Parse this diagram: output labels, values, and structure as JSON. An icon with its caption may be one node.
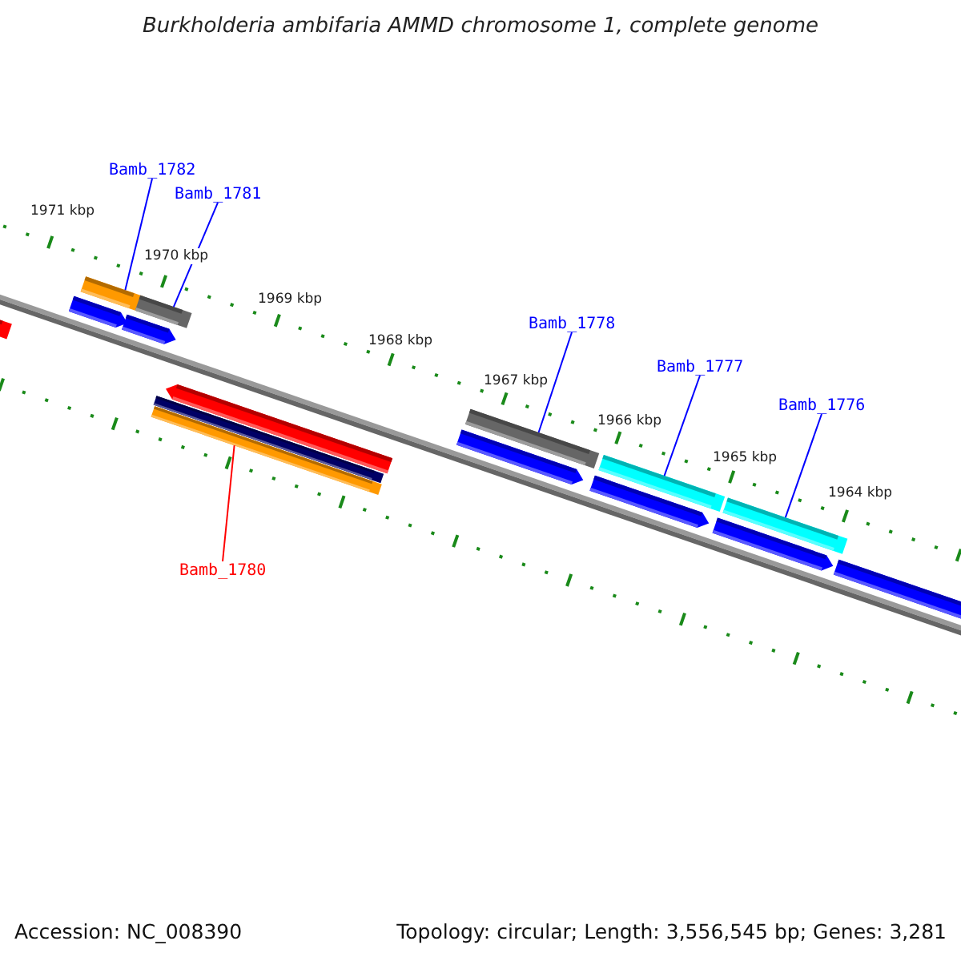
{
  "diagram": {
    "title": "Burkholderia ambifaria AMMD chromosome 1, complete genome",
    "nodes": [
      {
        "text": [
          "Bamb_1782"
        ]
      },
      {
        "text": [
          "Bamb_1781"
        ]
      },
      {
        "text": [
          "Bamb_1780"
        ]
      },
      {
        "text": [
          "Bamb_1778"
        ]
      },
      {
        "text": [
          "Bamb_1777"
        ]
      },
      {
        "text": [
          "Bamb_1776"
        ]
      },
      {
        "text": [],
        "shape": "bar"
      },
      {
        "text": [],
        "shape": "bar"
      },
      {
        "text": [],
        "shape": "bar"
      },
      {
        "text": [],
        "shape": "bar"
      },
      {
        "text": [],
        "shape": "bar"
      },
      {
        "text": [],
        "shape": "bar"
      }
    ],
    "edges": [
      {
        "from": 0,
        "to": 6,
        "arrow": "none"
      },
      {
        "from": 1,
        "to": 7,
        "arrow": "none"
      },
      {
        "from": 2,
        "to": 8,
        "arrow": "none",
        "color": "#ff0000"
      },
      {
        "from": 3,
        "to": 9,
        "arrow": "none"
      },
      {
        "from": 4,
        "to": 10,
        "arrow": "none"
      },
      {
        "from": 5,
        "to": 11,
        "arrow": "none"
      }
    ],
    "labels": [
      "1971 kbp",
      "1970 kbp",
      "1969 kbp",
      "1968 kbp",
      "1967 kbp",
      "1966 kbp",
      "1965 kbp",
      "1964 kbp",
      "Accession: NC_008390",
      "Topology: circular; Length: 3,556,545 bp; Genes: 3,281"
    ]
  }
}
